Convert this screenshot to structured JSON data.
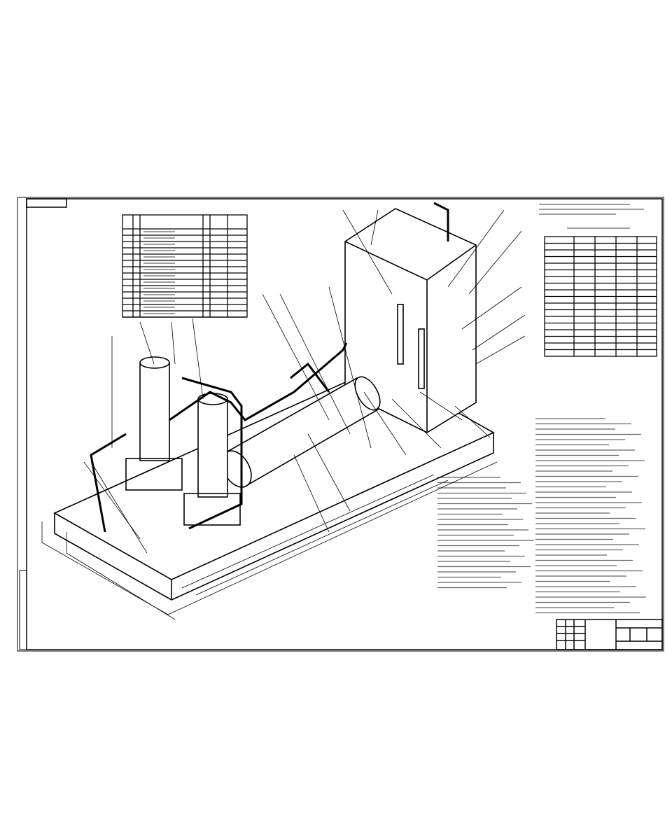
{
  "drawing": {
    "colors": {
      "line": "#000000",
      "paper": "#ffffff",
      "text_illegible": "#555555"
    },
    "sheet_orientation": "landscape",
    "components": [
      "base-slab",
      "equipment-cabinet",
      "vertical-vessel-left",
      "vertical-vessel-right",
      "horizontal-vessel",
      "piping"
    ],
    "tables": {
      "parameters_table_rows": 14,
      "characteristics_table_rows": 18
    }
  }
}
